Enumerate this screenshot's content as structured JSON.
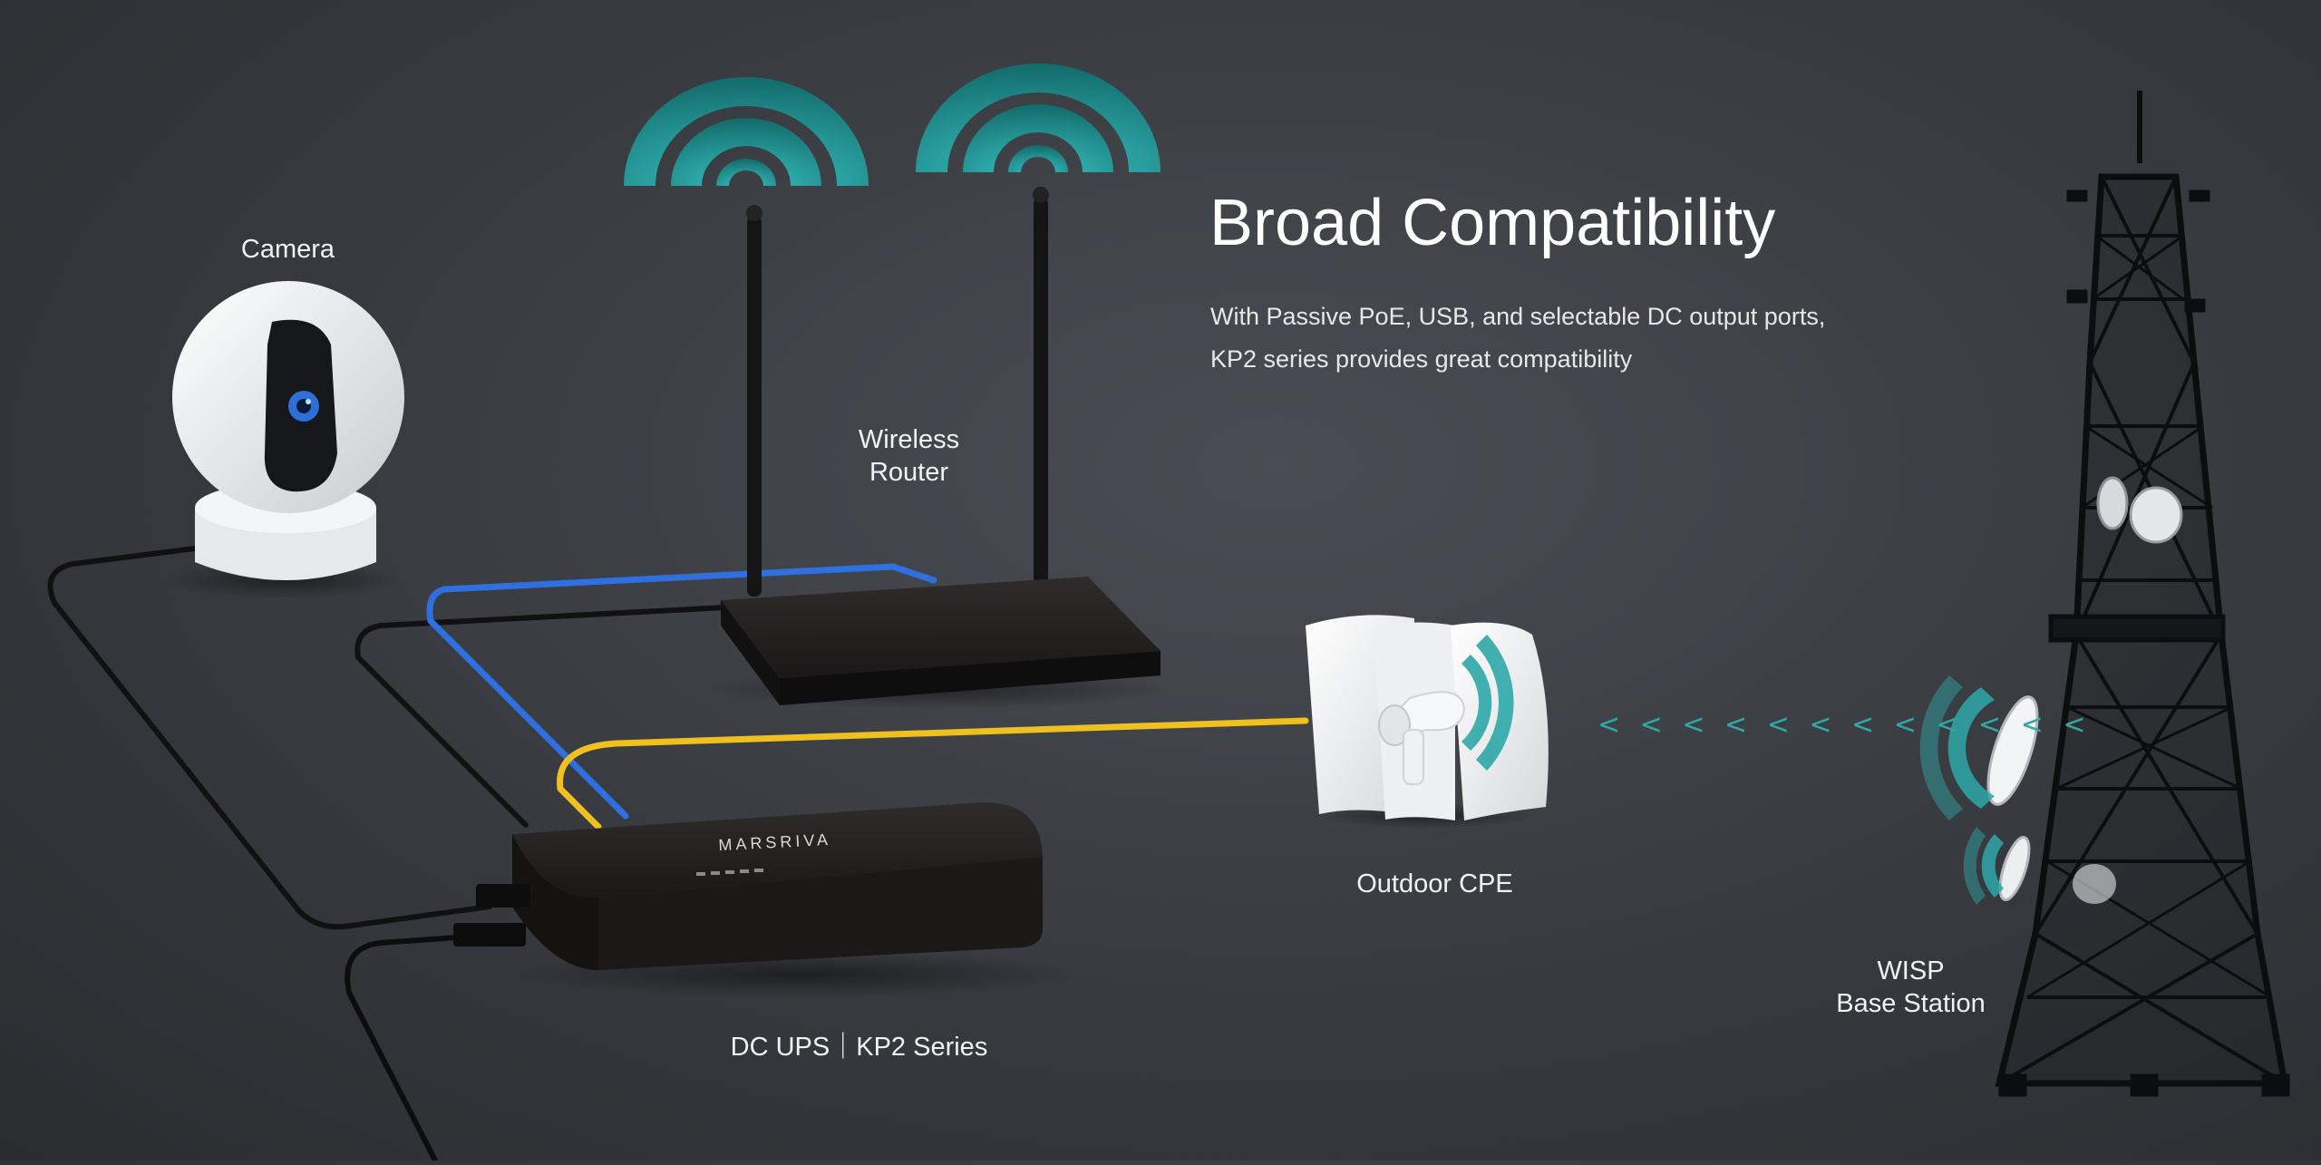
{
  "headline": "Broad Compatibility",
  "description": {
    "line1": "With Passive PoE, USB, and selectable DC output ports,",
    "line2": "KP2 series provides great compatibility"
  },
  "devices": {
    "camera": "Camera",
    "router_line1": "Wireless",
    "router_line2": "Router",
    "cpe": "Outdoor CPE",
    "wisp_line1": "WISP",
    "wisp_line2": "Base Station",
    "ups": "DC UPS｜KP2 Series",
    "ups_brand": "MARSRIVA"
  },
  "signal_chevrons": "< < < < < < < < < < < <",
  "colors": {
    "background": "#3a3d42",
    "signal_teal": "#2fa8a8",
    "cable_blue": "#2f6fe0",
    "cable_yellow": "#f0c020",
    "cable_black": "#111111"
  }
}
